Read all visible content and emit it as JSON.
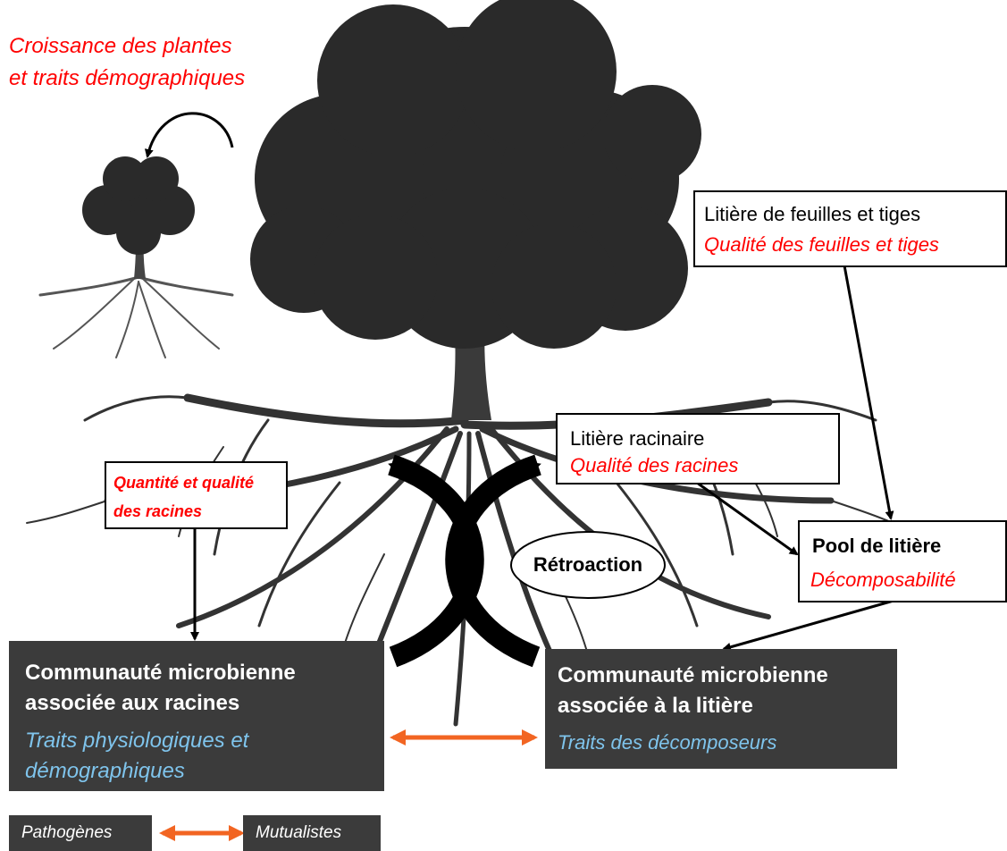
{
  "colors": {
    "red_text": "#ff0000",
    "blue_text": "#7fc4ec",
    "dark_box": "#3b3b3b",
    "orange_arrow": "#f26522",
    "tree": "#2a2a2a"
  },
  "growth": {
    "line1": "Croissance des plantes",
    "line2": "et traits démographiques"
  },
  "leaf_litter": {
    "title": "Litière de feuilles et tiges",
    "quality": "Qualité des feuilles et tiges"
  },
  "root_litter": {
    "title": "Litière racinaire",
    "quality": "Qualité des racines"
  },
  "root_quantity": {
    "line1": "Quantité et qualité",
    "line2": "des racines"
  },
  "litter_pool": {
    "title": "Pool de litière",
    "sub": "Décomposabilité"
  },
  "feedback": {
    "label": "Rétroaction"
  },
  "root_microbes": {
    "line1": "Communauté microbienne",
    "line2": "associée aux racines",
    "traits1": "Traits physiologiques et",
    "traits2": "démographiques"
  },
  "litter_microbes": {
    "line1": "Communauté microbienne",
    "line2": "associée à la litière",
    "traits": "Traits des décomposeurs"
  },
  "legend": {
    "pathogens": "Pathogènes",
    "mutualists": "Mutualistes"
  },
  "icons": {
    "large_tree": "tree-with-roots-icon",
    "small_tree": "small-tree-icon"
  }
}
